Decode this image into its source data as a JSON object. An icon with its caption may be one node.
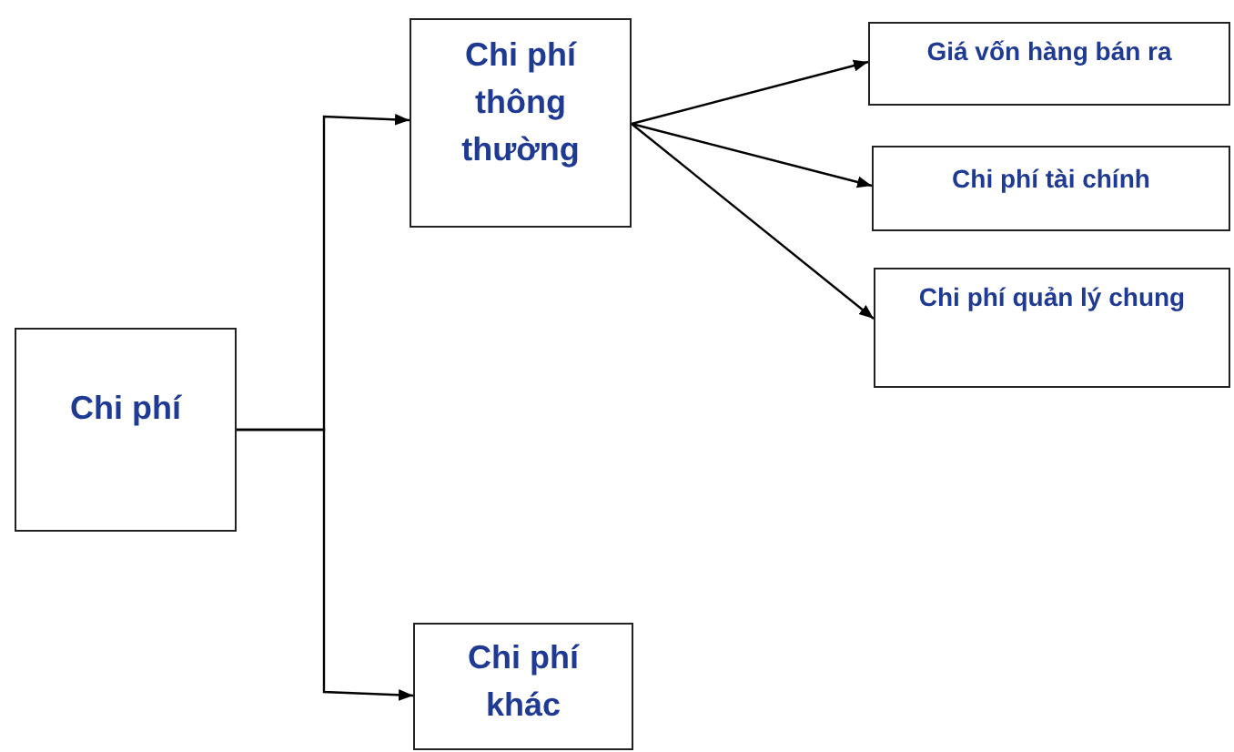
{
  "diagram": {
    "nodes": [
      {
        "text": [
          "Chi phí"
        ]
      },
      {
        "text": [
          "Chi phí thông thường"
        ]
      },
      {
        "text": [
          "Giá vốn hàng bán ra"
        ]
      },
      {
        "text": [
          "Chi phí tài chính"
        ]
      },
      {
        "text": [
          "Chi phí quản lý chung"
        ]
      },
      {
        "text": [
          "Chi phí khác"
        ]
      }
    ],
    "edges": [
      {
        "from": 0,
        "to": 1,
        "arrow": "to"
      },
      {
        "from": 0,
        "to": 5,
        "arrow": "to"
      },
      {
        "from": 1,
        "to": 2,
        "arrow": "to"
      },
      {
        "from": 1,
        "to": 3,
        "arrow": "to"
      },
      {
        "from": 1,
        "to": 4,
        "arrow": "to"
      }
    ]
  }
}
